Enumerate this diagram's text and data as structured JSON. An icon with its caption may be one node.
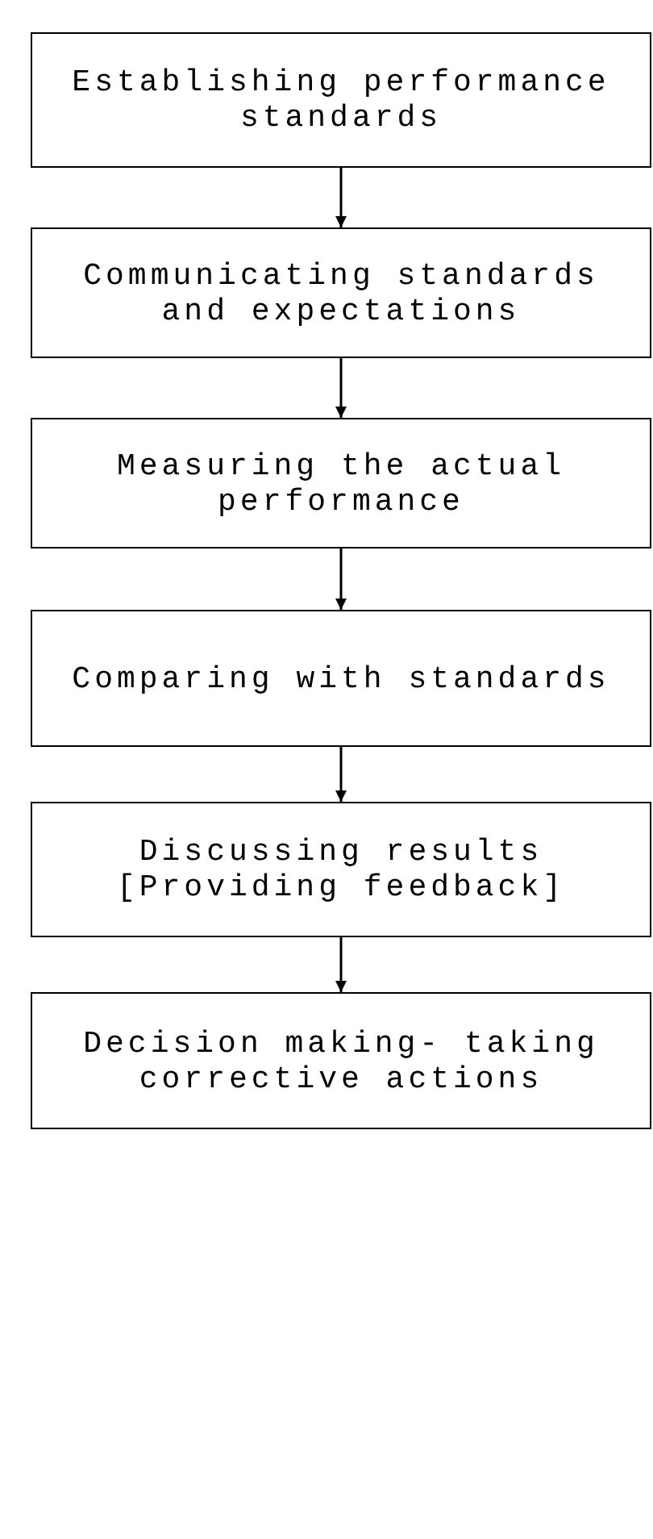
{
  "diagram": {
    "nodes": [
      {
        "text": [
          "Establishing performance standards"
        ]
      },
      {
        "text": [
          "Communicating standards and expectations"
        ]
      },
      {
        "text": [
          "Measuring the actual performance"
        ]
      },
      {
        "text": [
          "Comparing with standards"
        ]
      },
      {
        "text": [
          "Discussing results [Providing feedback]"
        ]
      },
      {
        "text": [
          "Decision making- taking corrective actions"
        ]
      }
    ],
    "edges": [
      {
        "from": 0,
        "to": 1,
        "arrow": "to"
      },
      {
        "from": 1,
        "to": 2,
        "arrow": "to"
      },
      {
        "from": 2,
        "to": 3,
        "arrow": "to"
      },
      {
        "from": 3,
        "to": 4,
        "arrow": "to"
      },
      {
        "from": 4,
        "to": 5,
        "arrow": "to"
      }
    ]
  }
}
